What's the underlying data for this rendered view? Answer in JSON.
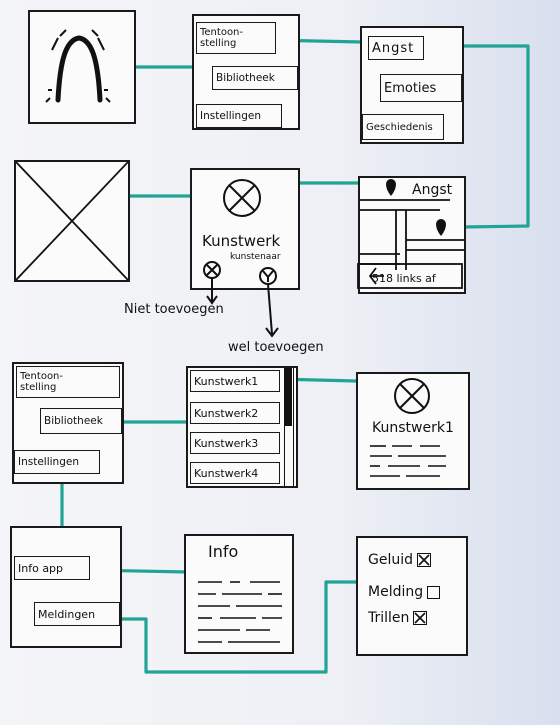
{
  "colors": {
    "connector": "#21a395",
    "ink": "#1a1a1a",
    "paper": "#f4f5f8"
  },
  "row1": {
    "menu1": {
      "tentoonstelling": "Tentoon-\nstelling",
      "bibliotheek": "Bibliotheek",
      "instellingen": "Instellingen"
    },
    "menu2": {
      "angst": "Angst",
      "emoties": "Emoties",
      "geschiedenis": "Geschiedenis"
    }
  },
  "row2": {
    "artwork": {
      "title": "Kunstwerk",
      "subtitle": "kunstenaar",
      "reject_label": "Niet toevoegen",
      "accept_label": "wel toevoegen"
    },
    "map": {
      "title": "Angst",
      "direction": "518 links af"
    }
  },
  "row3": {
    "menu": {
      "tentoonstelling": "Tentoon-\nstelling",
      "bibliotheek": "Bibliotheek",
      "instellingen": "Instellingen"
    },
    "list": {
      "items": [
        "Kunstwerk1",
        "Kunstwerk2",
        "Kunstwerk3",
        "Kunstwerk4"
      ]
    },
    "detail": {
      "title": "Kunstwerk1"
    }
  },
  "row4": {
    "settings": {
      "info_app": "Info app",
      "meldingen": "Meldingen"
    },
    "info": {
      "title": "Info"
    },
    "notifications": {
      "items": [
        {
          "label": "Geluid",
          "checked": true
        },
        {
          "label": "Melding",
          "checked": false
        },
        {
          "label": "Trillen",
          "checked": true
        }
      ]
    }
  }
}
